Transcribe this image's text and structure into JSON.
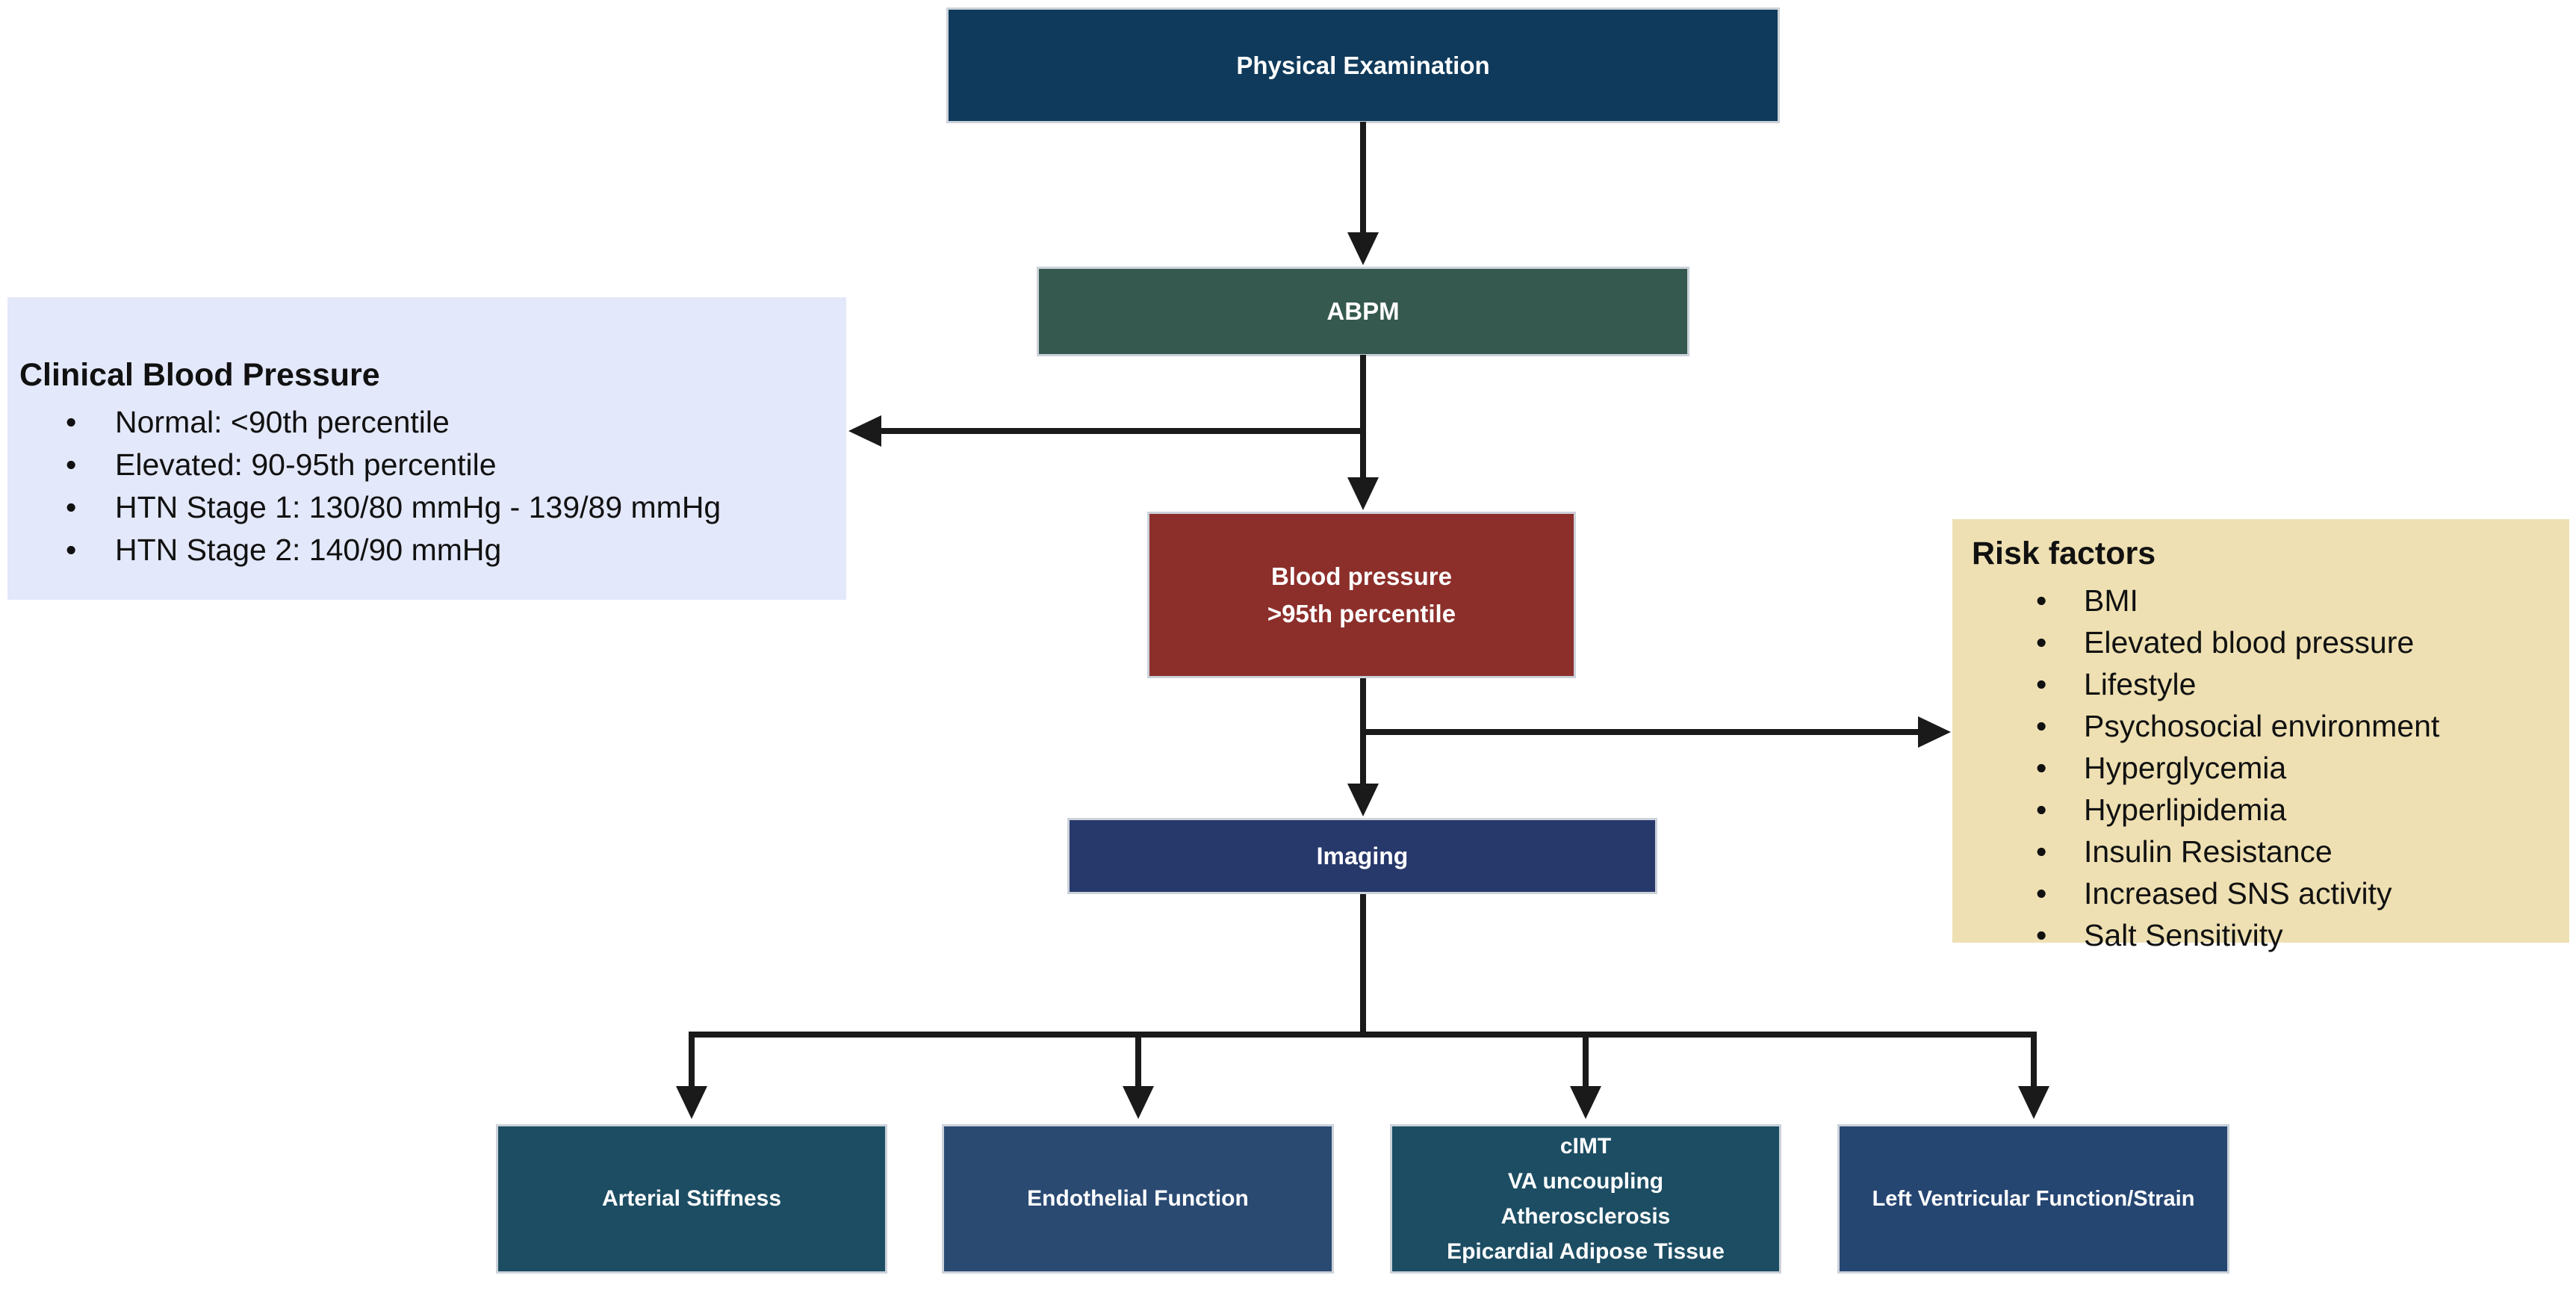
{
  "diagram": {
    "line_color": "#1a1a1a",
    "node_text_color": "#ffffff",
    "nodes": {
      "physical_examination": {
        "label": "Physical Examination",
        "bg": "#0f3a5b"
      },
      "abpm": {
        "label": "ABPM",
        "bg": "#35594e"
      },
      "blood_pressure": {
        "line1": "Blood pressure",
        "line2": ">95th percentile",
        "bg": "#8c2f2b"
      },
      "imaging": {
        "label": "Imaging",
        "bg": "#27386b"
      },
      "arterial_stiffness": {
        "label": "Arterial Stiffness",
        "bg": "#1c4d63"
      },
      "endothelial_function": {
        "label": "Endothelial Function",
        "bg": "#2a4a72"
      },
      "cimt_panel": {
        "lines": [
          "cIMT",
          "VA uncoupling",
          "Atherosclerosis",
          "Epicardial Adipose Tissue"
        ],
        "bg": "#1c4d63"
      },
      "lv_function": {
        "label": "Left Ventricular Function/Strain",
        "bg": "#264672"
      }
    },
    "panels": {
      "clinical_bp": {
        "title": "Clinical Blood Pressure",
        "bg": "#e3e8fa",
        "items": [
          "Normal: <90th percentile",
          "Elevated: 90-95th percentile",
          "HTN Stage 1: 130/80 mmHg - 139/89 mmHg",
          "HTN Stage 2: 140/90 mmHg"
        ]
      },
      "risk_factors": {
        "title": "Risk factors",
        "bg": "#eee0b2",
        "items": [
          "BMI",
          "Elevated blood pressure",
          "Lifestyle",
          "Psychosocial environment",
          "Hyperglycemia",
          "Hyperlipidemia",
          "Insulin Resistance",
          "Increased SNS activity",
          "Salt Sensitivity"
        ]
      }
    }
  }
}
